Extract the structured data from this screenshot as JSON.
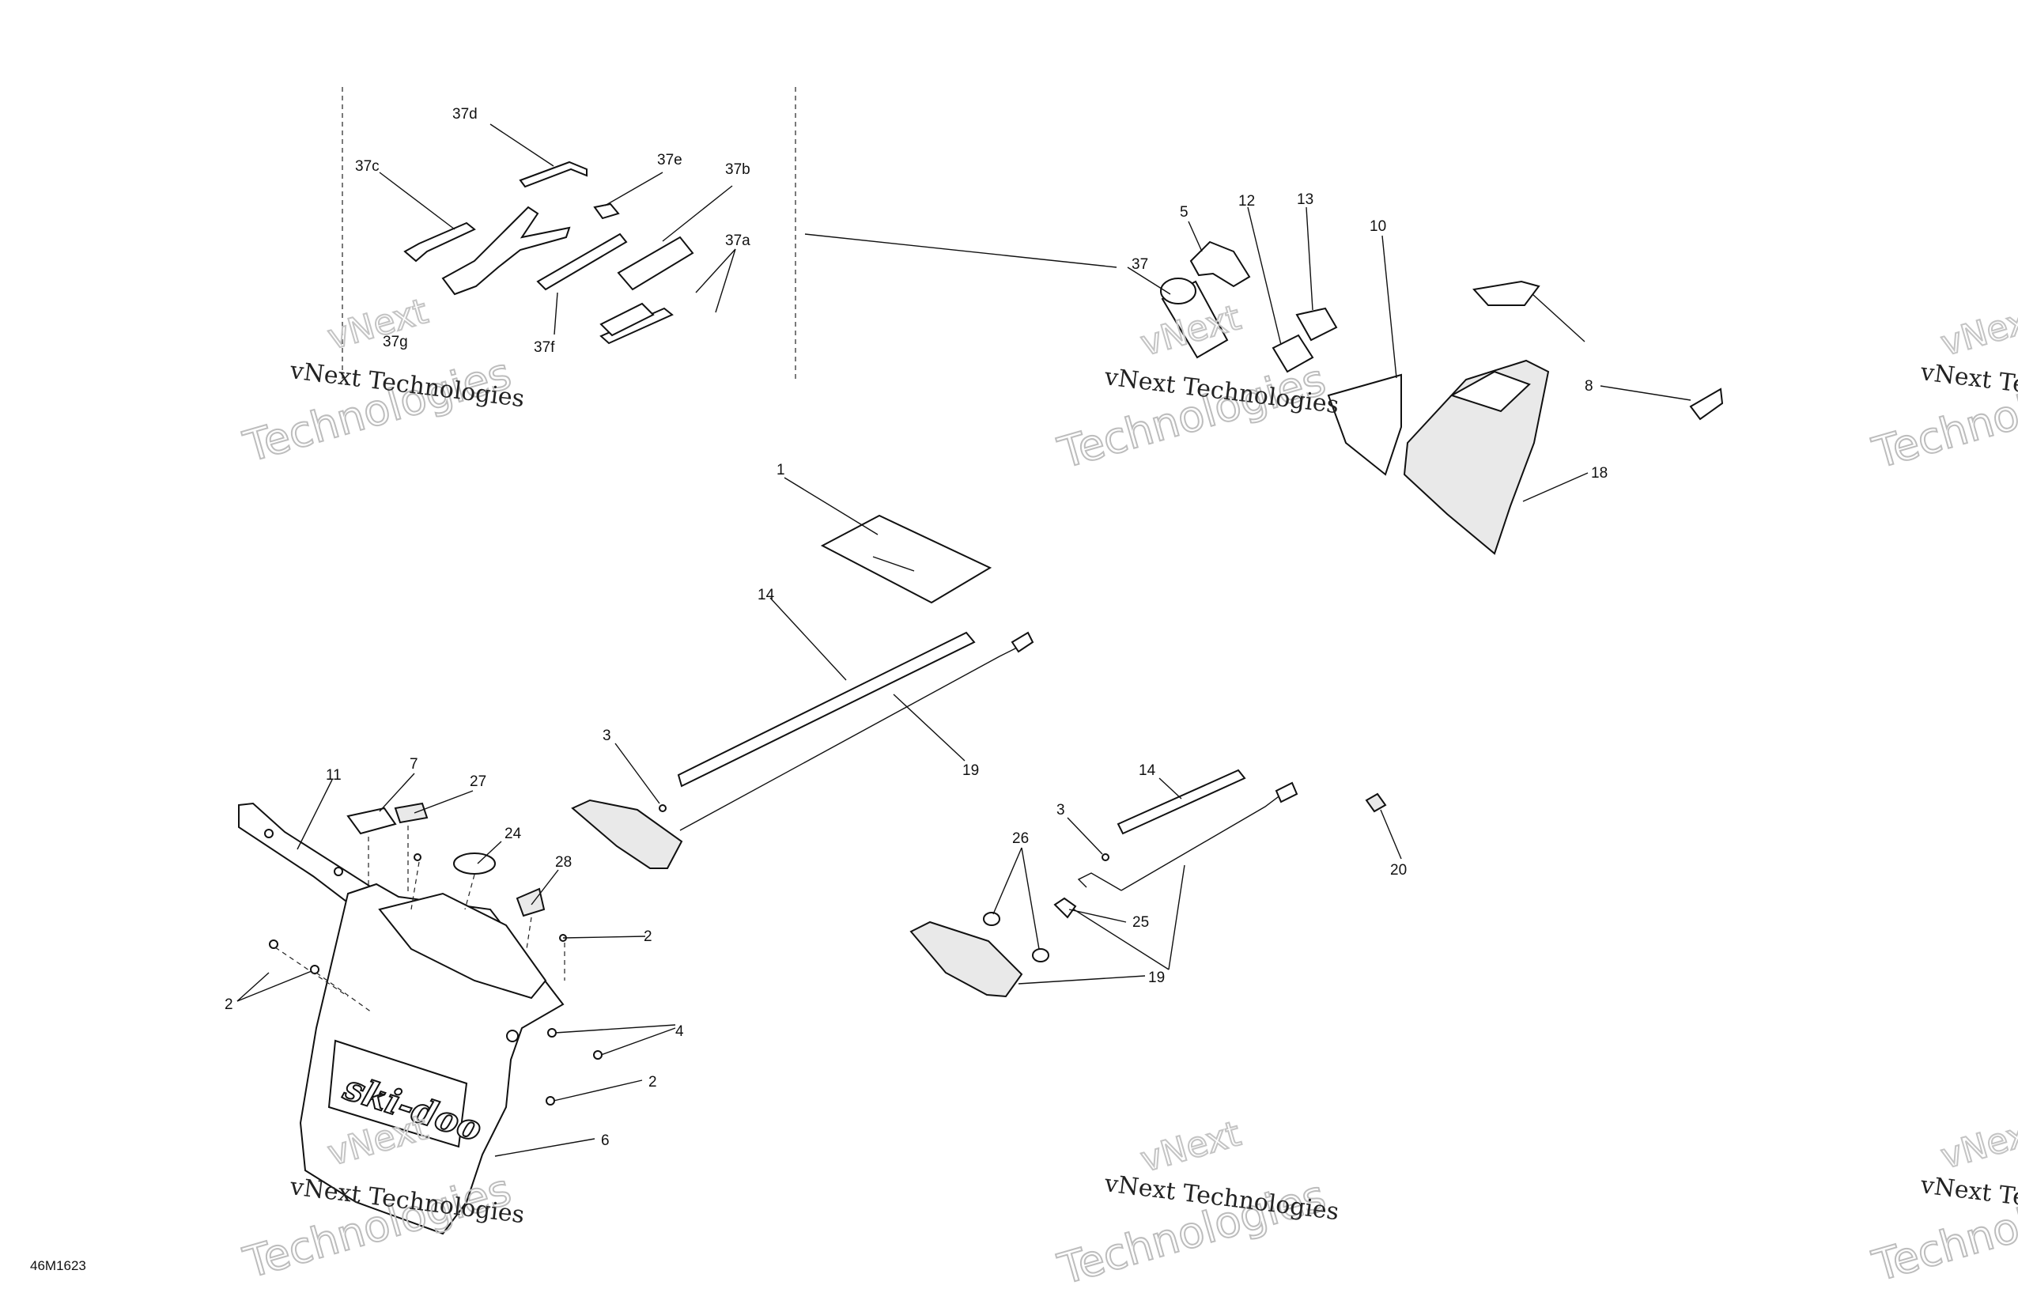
{
  "diagram_code": "46M1623",
  "watermark": {
    "line1": "vNext Technologies",
    "ghost_a": "vNext",
    "ghost_b": "Technologies"
  },
  "callouts": {
    "c1": "1",
    "c2a": "2",
    "c2b": "2",
    "c2c": "2",
    "c3a": "3",
    "c3b": "3",
    "c4": "4",
    "c5": "5",
    "c6": "6",
    "c7": "7",
    "c8": "8",
    "c10": "10",
    "c11": "11",
    "c12": "12",
    "c13": "13",
    "c14a": "14",
    "c14b": "14",
    "c18": "18",
    "c19a": "19",
    "c19b": "19",
    "c19c": "19",
    "c20": "20",
    "c24": "24",
    "c25": "25",
    "c26": "26",
    "c27": "27",
    "c28": "28",
    "c37": "37",
    "c37a": "37a",
    "c37b": "37b",
    "c37c": "37c",
    "c37d": "37d",
    "c37e": "37e",
    "c37f": "37f",
    "c37g": "37g"
  }
}
